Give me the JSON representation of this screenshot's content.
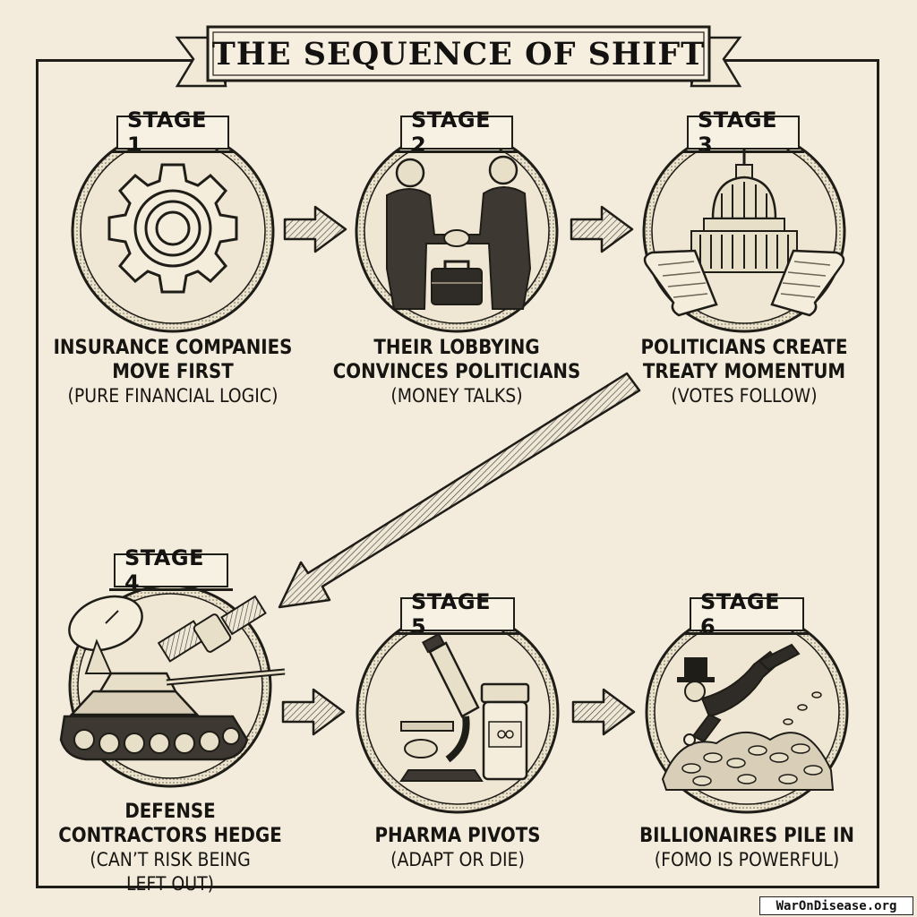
{
  "title": "THE SEQUENCE OF SHIFT",
  "watermark": "WarOnDisease.org",
  "stages": [
    {
      "label": "STAGE 1",
      "icon": "gear-icon",
      "lines": [
        "INSURANCE COMPANIES",
        "MOVE FIRST"
      ],
      "sub": "(PURE FINANCIAL LOGIC)"
    },
    {
      "label": "STAGE 2",
      "icon": "handshake-icon",
      "lines": [
        "THEIR LOBBYING",
        "CONVINCES POLITICIANS"
      ],
      "sub": "(MONEY TALKS)"
    },
    {
      "label": "STAGE 3",
      "icon": "capitol-icon",
      "lines": [
        "POLITICIANS CREATE",
        "TREATY MOMENTUM"
      ],
      "sub": "(VOTES FOLLOW)"
    },
    {
      "label": "STAGE 4",
      "icon": "tank-satellite-icon",
      "lines": [
        "DEFENSE",
        "CONTRACTORS HEDGE"
      ],
      "sub": "(CAN’T RISK BEING",
      "sub2": "LEFT OUT)"
    },
    {
      "label": "STAGE 5",
      "icon": "microscope-pill-bottle-icon",
      "lines": [
        "PHARMA PIVOTS"
      ],
      "sub": "(ADAPT OR DIE)"
    },
    {
      "label": "STAGE 6",
      "icon": "diving-into-coins-icon",
      "lines": [
        "BILLIONAIRES PILE IN"
      ],
      "sub": "(FOMO IS POWERFUL)"
    }
  ],
  "colors": {
    "paper": "#f3ecdc",
    "ink": "#1d1b17",
    "medallion": "#ede4cf"
  }
}
